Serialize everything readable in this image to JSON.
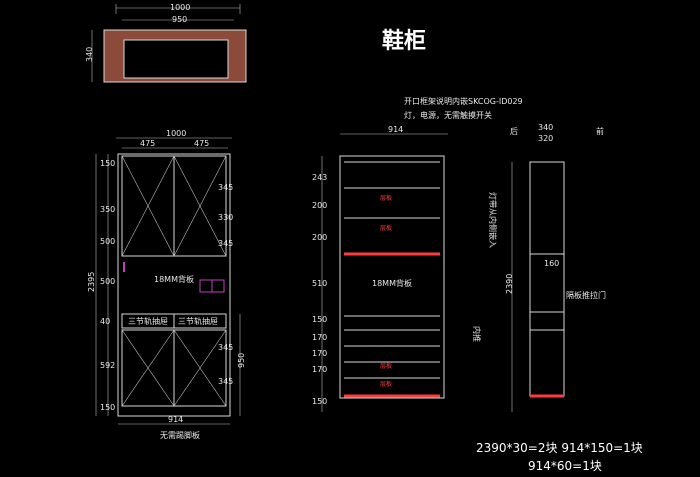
{
  "title": "鞋柜",
  "top_view": {
    "width_total": "1000",
    "width_inner": "950",
    "depth": "340"
  },
  "front_view": {
    "width_total": "1000",
    "left_door": "475",
    "right_door": "475",
    "height_total": "2395",
    "left_dims": [
      "150",
      "350",
      "500",
      "500",
      "40",
      "592",
      "150"
    ],
    "upper_right_dims": [
      "345",
      "330",
      "345"
    ],
    "lower_right_dims": [
      "345",
      "345"
    ],
    "lower_far_right": "950",
    "panel_label": "18MM背板",
    "drawer_left": "三节轨抽屉",
    "drawer_right": "三节轨抽屉",
    "bottom_width": "914",
    "bottom_note": "无需踢脚板"
  },
  "side_elevation": {
    "callout_line1": "开口框架说明内嵌SKCOG-ID029",
    "callout_line2": "灯，电源，无需触摸开关",
    "width": "914",
    "height_dims": [
      "243",
      "200",
      "200",
      "510",
      "150",
      "170",
      "170",
      "170",
      "150"
    ],
    "panel_label": "18MM背板",
    "shelf_tag": "层板",
    "right_vertical_label": "灯带从内侧嵌入",
    "lower_right_label": "内推"
  },
  "section_view": {
    "top_dim_outer": "340",
    "top_dim_inner": "320",
    "left_tag": "后",
    "right_tag": "前",
    "height_total": "2390",
    "mid_dim": "160",
    "callout": "隔板推拉门"
  },
  "notes": {
    "line1": "2390*30=2块  914*150=1块",
    "line2": "914*60=1块"
  }
}
